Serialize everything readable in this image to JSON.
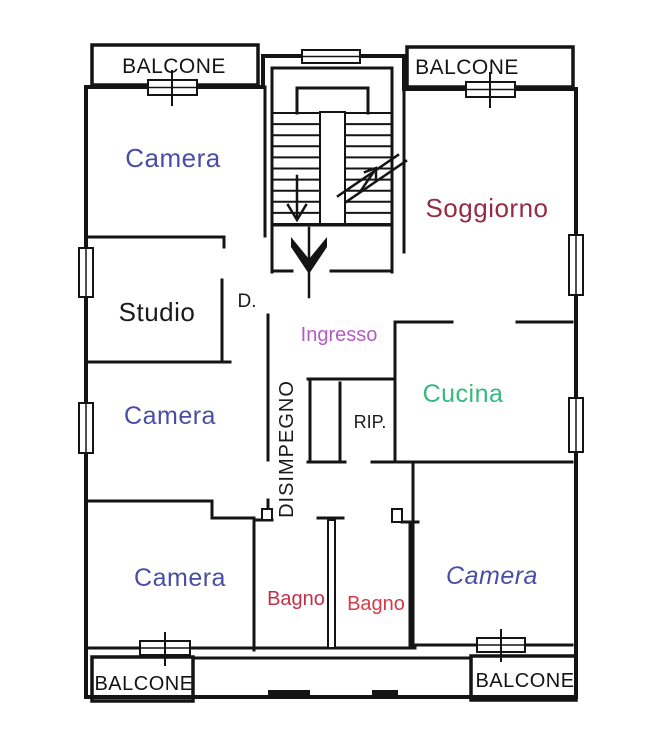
{
  "plan_title": "Apartment floor plan (Italian)",
  "background": "#ffffff",
  "line_color": "#141414",
  "labels": {
    "balcone_tl": {
      "text": "BALCONE",
      "color": "#141414"
    },
    "balcone_tr": {
      "text": "BALCONE",
      "color": "#141414"
    },
    "balcone_bl": {
      "text": "BALCONE",
      "color": "#141414"
    },
    "balcone_br": {
      "text": "BALCONE",
      "color": "#141414"
    },
    "camera_tl": {
      "text": "Camera",
      "color": "#4a4da5"
    },
    "soggiorno": {
      "text": "Soggiorno",
      "color": "#962b45"
    },
    "studio": {
      "text": "Studio",
      "color": "#1a1a1a"
    },
    "door_d": {
      "text": "D.",
      "color": "#1a1a1a"
    },
    "ingresso": {
      "text": "Ingresso",
      "color": "#b45cc4"
    },
    "camera_ml": {
      "text": "Camera",
      "color": "#4a4da5"
    },
    "cucina": {
      "text": "Cucina",
      "color": "#35b97d"
    },
    "disimpegno": {
      "text": "DISIMPEGNO",
      "color": "#1a1a1a"
    },
    "rip": {
      "text": "RIP.",
      "color": "#1a1a1a"
    },
    "camera_bl": {
      "text": "Camera",
      "color": "#4a4da5"
    },
    "bagno_left": {
      "text": "Bagno",
      "color": "#c23048"
    },
    "bagno_right": {
      "text": "Bagno",
      "color": "#d63a47"
    },
    "camera_br": {
      "text": "Camera",
      "color": "#4a4da5"
    }
  }
}
